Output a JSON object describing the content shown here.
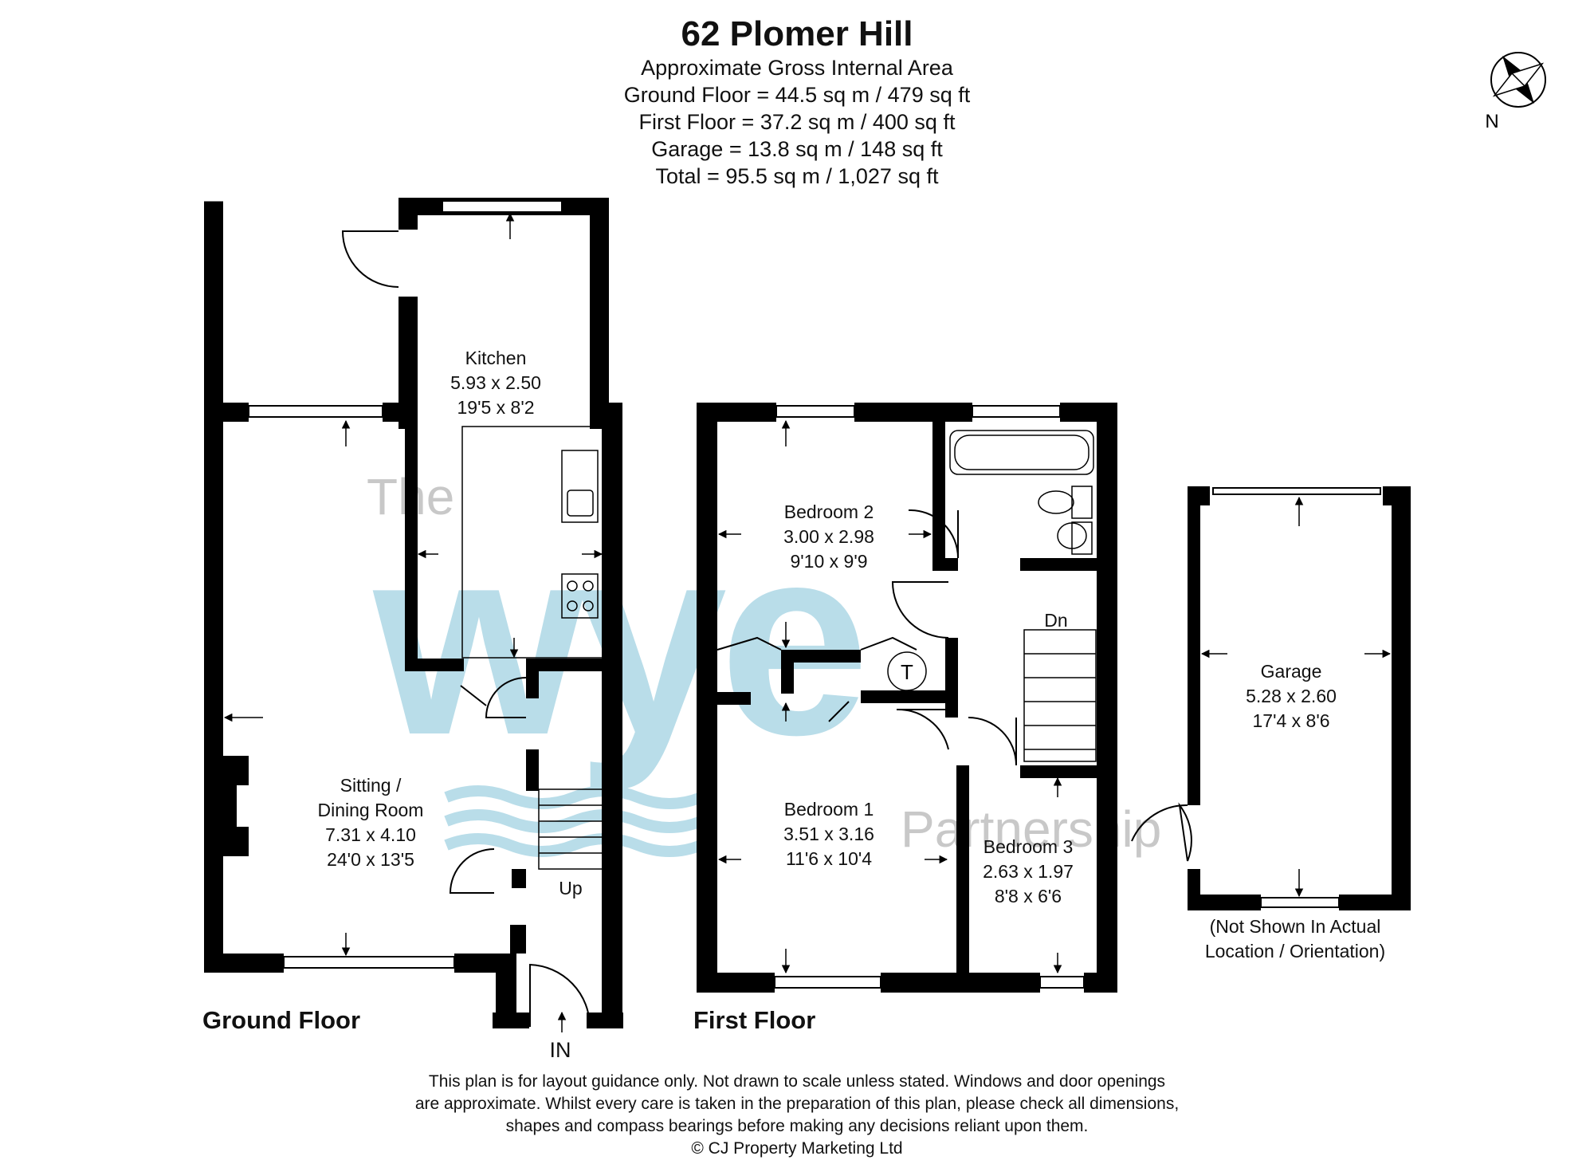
{
  "header": {
    "title": "62 Plomer Hill",
    "area_lines": [
      "Approximate Gross Internal Area",
      "Ground Floor = 44.5 sq m / 479 sq ft",
      "First Floor = 37.2 sq m / 400 sq ft",
      "Garage = 13.8 sq m / 148 sq ft",
      "Total = 95.5 sq m / 1,027 sq ft"
    ]
  },
  "compass": {
    "label": "N"
  },
  "watermark": {
    "small_top": "The",
    "big": "wye",
    "small_bottom": "Partnership"
  },
  "ground_floor": {
    "label": "Ground Floor",
    "entrance": "IN",
    "stairs": "Up",
    "rooms": {
      "kitchen": {
        "name": "Kitchen",
        "metric": "5.93 x 2.50",
        "imperial": "19'5 x 8'2"
      },
      "sitting": {
        "name_line1": "Sitting /",
        "name_line2": "Dining Room",
        "metric": "7.31 x 4.10",
        "imperial": "24'0 x 13'5"
      }
    }
  },
  "first_floor": {
    "label": "First Floor",
    "stairs": "Dn",
    "tank": "T",
    "rooms": {
      "bedroom2": {
        "name": "Bedroom 2",
        "metric": "3.00 x 2.98",
        "imperial": "9'10 x 9'9"
      },
      "bedroom1": {
        "name": "Bedroom 1",
        "metric": "3.51 x 3.16",
        "imperial": "11'6 x 10'4"
      },
      "bedroom3": {
        "name": "Bedroom 3",
        "metric": "2.63 x 1.97",
        "imperial": "8'8 x 6'6"
      }
    }
  },
  "garage": {
    "name": "Garage",
    "metric": "5.28 x 2.60",
    "imperial": "17'4 x 8'6",
    "note_line1": "(Not Shown In Actual",
    "note_line2": "Location / Orientation)"
  },
  "disclaimer": [
    "This plan is for layout guidance only. Not drawn to scale unless stated. Windows and door openings",
    "are approximate. Whilst every care is taken in the preparation of this plan, please check all dimensions,",
    "shapes and compass bearings before making any decisions reliant upon them.",
    "© CJ Property Marketing Ltd"
  ],
  "colors": {
    "wall": "#000000",
    "watermark": "#b9dde9",
    "watermark_text": "#c8c8c8"
  }
}
